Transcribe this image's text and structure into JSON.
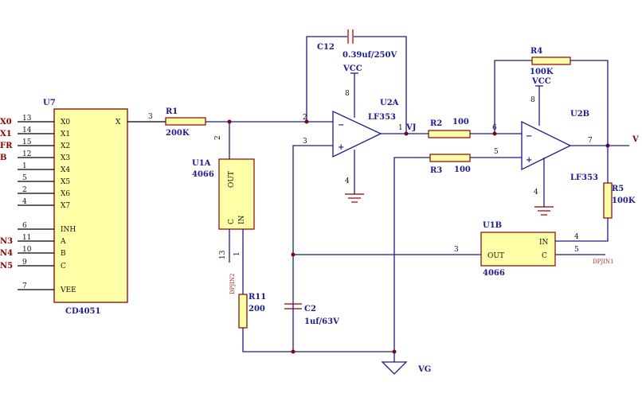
{
  "u7": {
    "ref": "U7",
    "type": "CD4051",
    "pins_left": [
      "X0",
      "X1",
      "X2",
      "X3",
      "X4",
      "X5",
      "X6",
      "X7",
      "INH",
      "A",
      "B",
      "C",
      "VEE"
    ],
    "pin_nums_left": [
      "13",
      "14",
      "15",
      "12",
      "1",
      "5",
      "2",
      "4",
      "6",
      "11",
      "10",
      "9",
      "7"
    ],
    "out_pin": "X",
    "out_num": "3",
    "left_nets": [
      "X0",
      "X1",
      "FR",
      "B",
      "",
      "",
      "",
      "",
      "",
      "N3",
      "N4",
      "N5",
      ""
    ]
  },
  "r1": {
    "ref": "R1",
    "value": "200K"
  },
  "u1a": {
    "ref": "U1A",
    "type": "4066",
    "out": "OUT",
    "c": "C",
    "in": "IN",
    "pin_out": "2",
    "pin_c": "13",
    "pin_in": "1",
    "ctrl_net": "DPJIN2"
  },
  "r11": {
    "ref": "R11",
    "value": "200"
  },
  "c2": {
    "ref": "C2",
    "value": "1uf/63V"
  },
  "c12": {
    "ref": "C12",
    "value": "0.39uf/250V"
  },
  "u2a": {
    "ref": "U2A",
    "type": "LF353",
    "power": "VCC",
    "pin_pos": "8",
    "pin_gnd": "4",
    "pin_minus": "2",
    "pin_plus": "3",
    "pin_out": "1",
    "out_label": "VJ"
  },
  "r2": {
    "ref": "R2",
    "value": "100"
  },
  "r3": {
    "ref": "R3",
    "value": "100"
  },
  "r4": {
    "ref": "R4",
    "value": "100K"
  },
  "u2b": {
    "ref": "U2B",
    "type": "LF353",
    "power": "VCC",
    "pin_pos": "8",
    "pin_gnd": "4",
    "pin_minus": "6",
    "pin_plus": "5",
    "pin_out": "7",
    "out_net": "V"
  },
  "r5": {
    "ref": "R5",
    "value": "100K"
  },
  "u1b": {
    "ref": "U1B",
    "type": "4066",
    "out": "OUT",
    "in": "IN",
    "c": "C",
    "pin_out": "3",
    "pin_in": "4",
    "pin_c": "5",
    "ctrl_net": "DPJIN1"
  },
  "vg": {
    "label": "VG"
  }
}
